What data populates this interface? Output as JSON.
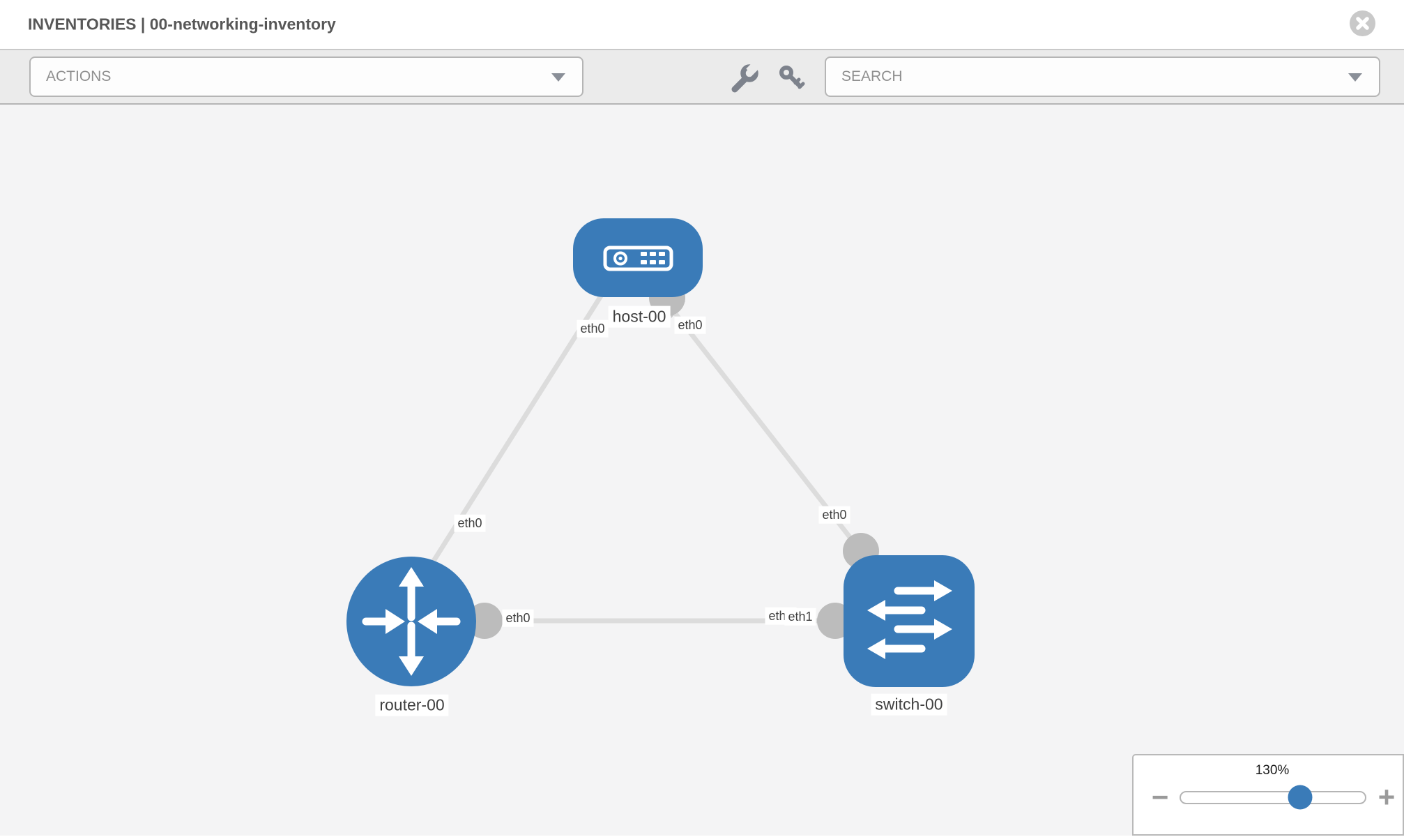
{
  "header": {
    "title": "INVENTORIES | 00-networking-inventory"
  },
  "toolbar": {
    "actions_label": "ACTIONS",
    "search_placeholder": "SEARCH"
  },
  "topology": {
    "nodes": {
      "host": {
        "label": "host-00",
        "type": "host"
      },
      "router": {
        "label": "router-00",
        "type": "router"
      },
      "switch": {
        "label": "switch-00",
        "type": "switch"
      }
    },
    "interfaces": {
      "host_router_host_end": "eth0",
      "host_router_router_end": "eth0",
      "host_switch_host_end": "eth0",
      "host_switch_switch_end": "eth0",
      "router_switch_router_end": "eth0",
      "router_switch_switch_end_back": "eth0",
      "router_switch_switch_end_front": "eth1"
    }
  },
  "zoom_control": {
    "level": "130%",
    "minus_label": "−",
    "plus_label": "+"
  },
  "colors": {
    "node_blue": "#3a7bb8",
    "link_gray": "#dcdcdc",
    "port_gray": "#bcbcbc",
    "canvas_bg": "#f4f4f5",
    "toolbar_bg": "#ebebeb"
  }
}
